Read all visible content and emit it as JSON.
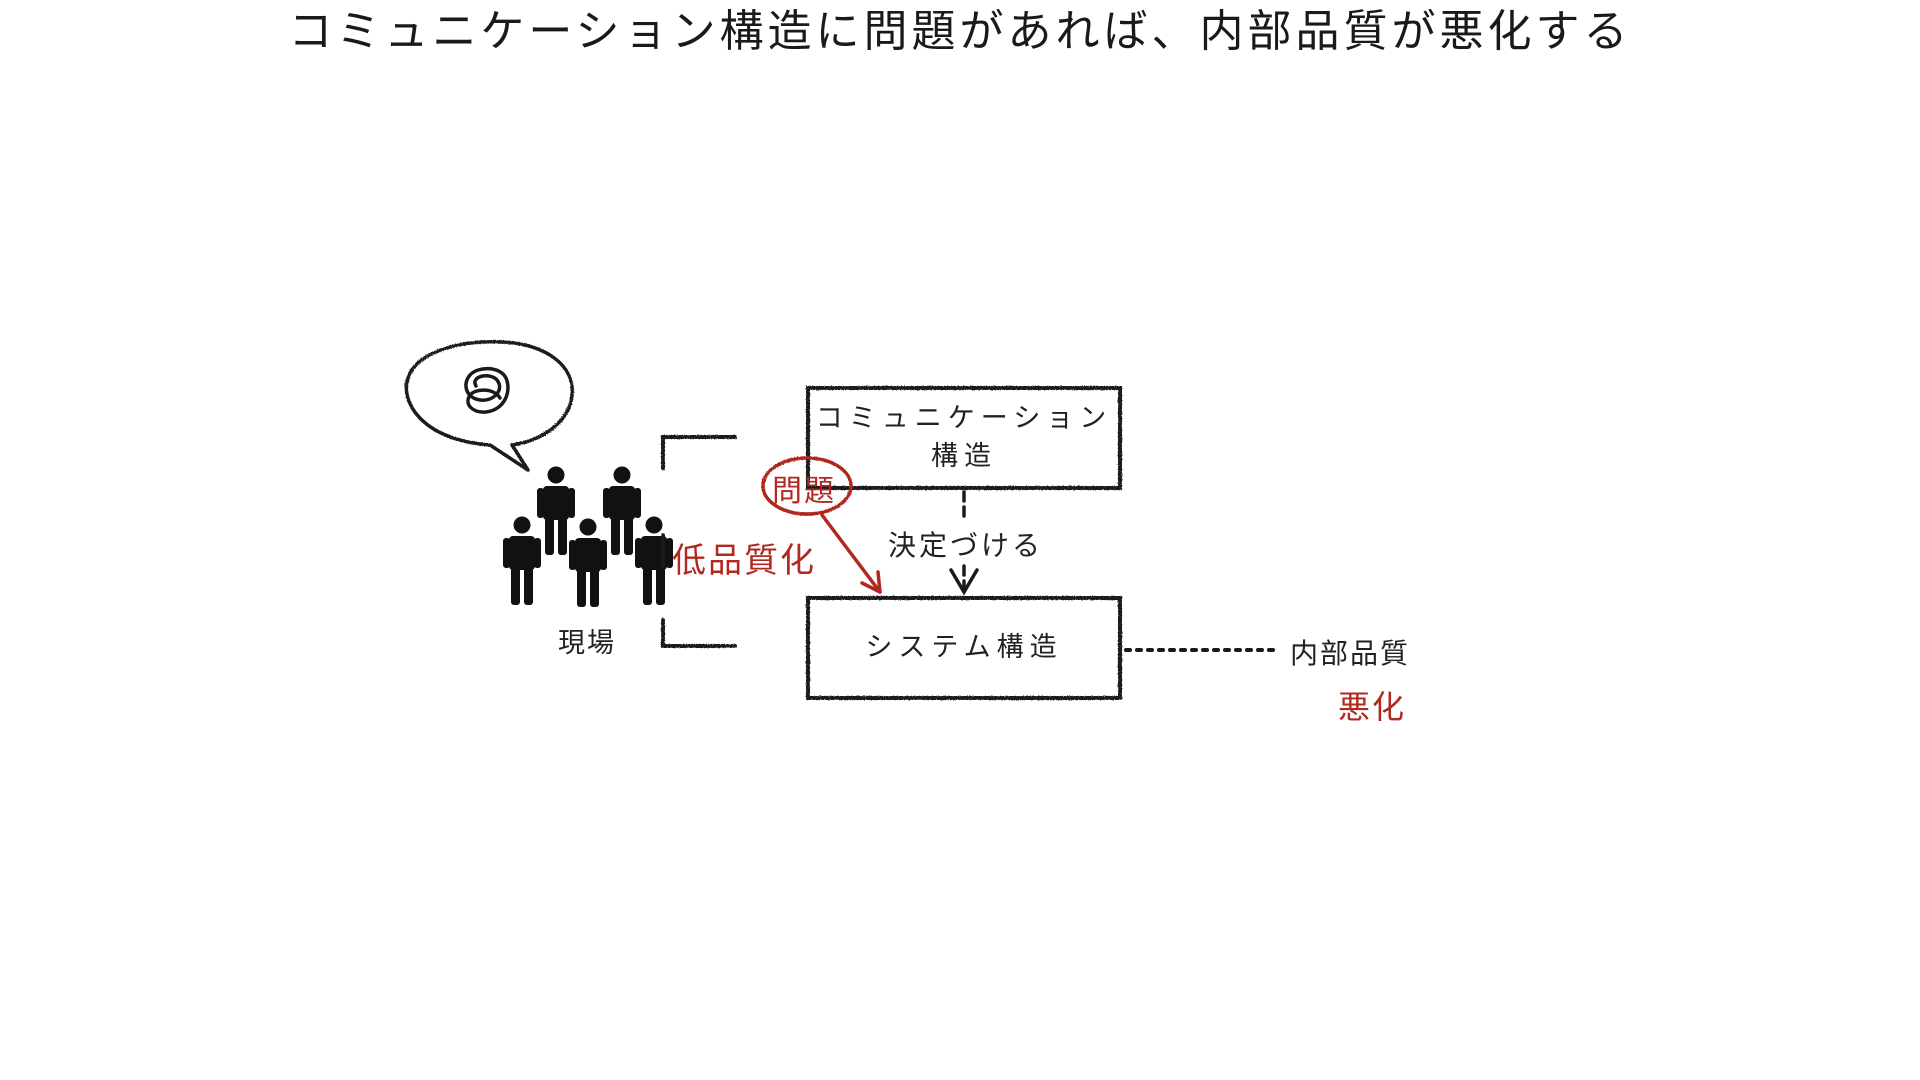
{
  "title": "コミュニケーション構造に問題があれば、内部品質が悪化する",
  "diagram": {
    "speech_bubble_icon": "swirl-confusion-icon",
    "people_icon": "group-of-people-icon",
    "people_label": "現場",
    "low_quality_label": "低品質化",
    "problem_label": "問題",
    "comm_box_line1": "コミュニケーション",
    "comm_box_line2": "構造",
    "arrow_label": "決定づける",
    "system_box_label": "システム構造",
    "internal_quality_label": "内部品質",
    "worsen_label": "悪化",
    "colors": {
      "ink": "#1a1a1a",
      "accent_red": "#b0281f"
    }
  }
}
